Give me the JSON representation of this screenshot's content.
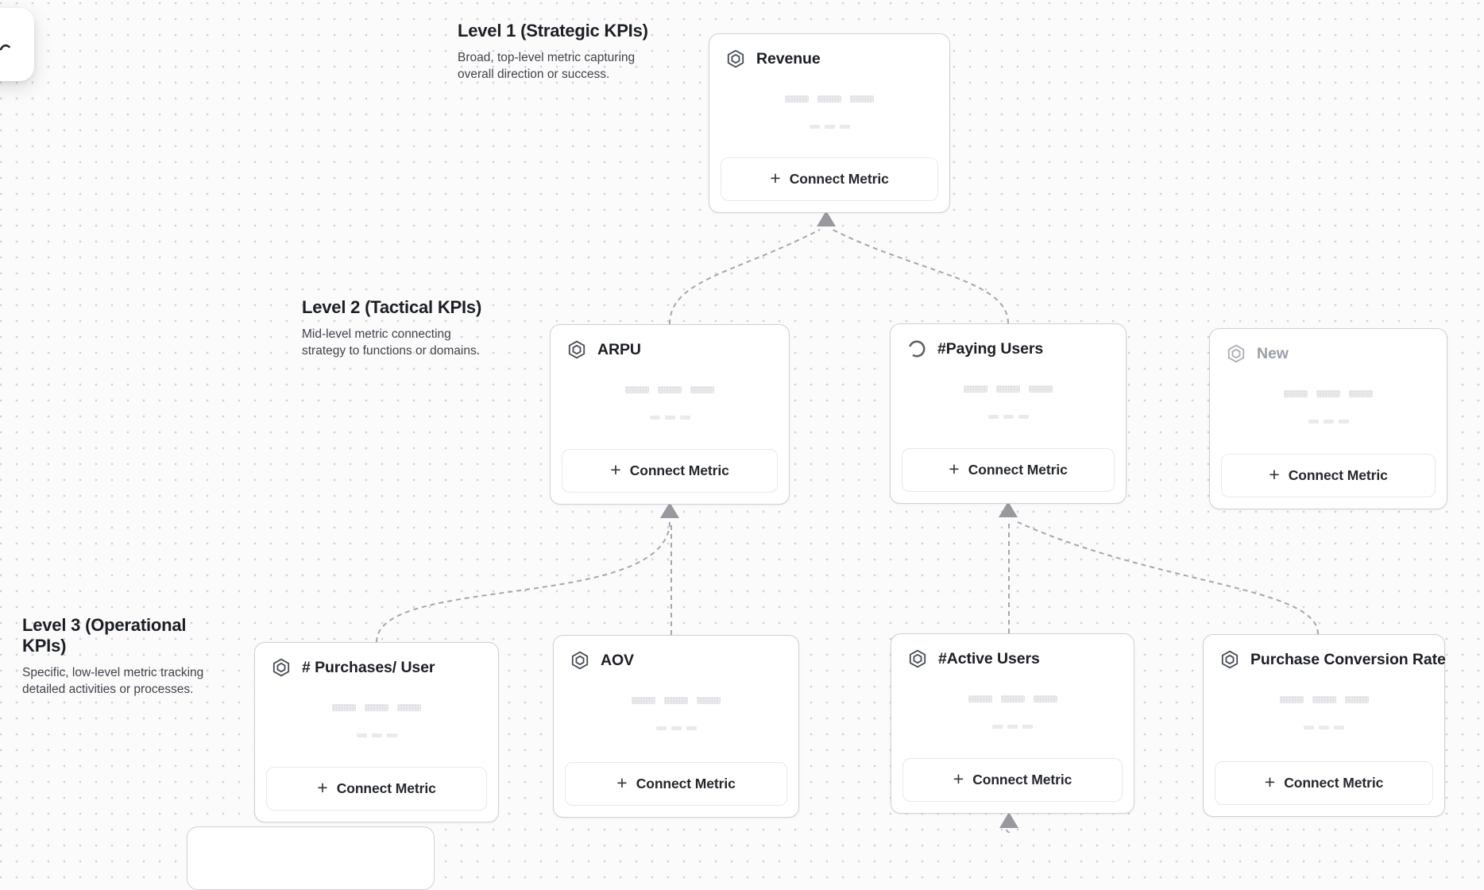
{
  "ui": {
    "connect_metric_label": "Connect Metric",
    "plus_glyph": "+"
  },
  "levels": [
    {
      "title": "Level 1 (Strategic KPIs)",
      "description": "Broad, top-level metric capturing overall direction or success."
    },
    {
      "title": "Level 2 (Tactical KPIs)",
      "description": "Mid-level metric connecting strategy to functions or domains."
    },
    {
      "title": "Level 3 (Operational KPIs)",
      "description": "Specific, low-level metric tracking detailed activities or processes."
    }
  ],
  "cards": [
    {
      "title": "Revenue",
      "icon": "hexagon-metric-icon",
      "level": 1,
      "state": "ready"
    },
    {
      "title": "ARPU",
      "icon": "hexagon-metric-icon",
      "level": 2,
      "state": "ready"
    },
    {
      "title": "#Paying Users",
      "icon": "spinner-icon",
      "level": 2,
      "state": "loading"
    },
    {
      "title": "New",
      "icon": "hexagon-metric-icon",
      "level": 2,
      "state": "draft"
    },
    {
      "title": "# Purchases/ User",
      "icon": "hexagon-metric-icon",
      "level": 3,
      "state": "ready"
    },
    {
      "title": "AOV",
      "icon": "hexagon-metric-icon",
      "level": 3,
      "state": "ready"
    },
    {
      "title": "#Active Users",
      "icon": "hexagon-metric-icon",
      "level": 3,
      "state": "ready"
    },
    {
      "title": "Purchase Conversion Rate",
      "icon": "hexagon-metric-icon",
      "level": 3,
      "state": "ready"
    }
  ],
  "colors": {
    "canvas_bg": "#fbfbfc",
    "grid_dot": "#d2d3d6",
    "card_border": "#cfd1d5",
    "card_bg": "#ffffff",
    "title_text": "#1b1e23",
    "draft_title_text": "#9ba0a8",
    "description_text": "#3f434a",
    "connector": "#a6a7ac",
    "arrowhead": "#98999e",
    "skeleton": "#e9eaec",
    "button_border": "#e8e9ec",
    "button_text": "#24272c"
  }
}
